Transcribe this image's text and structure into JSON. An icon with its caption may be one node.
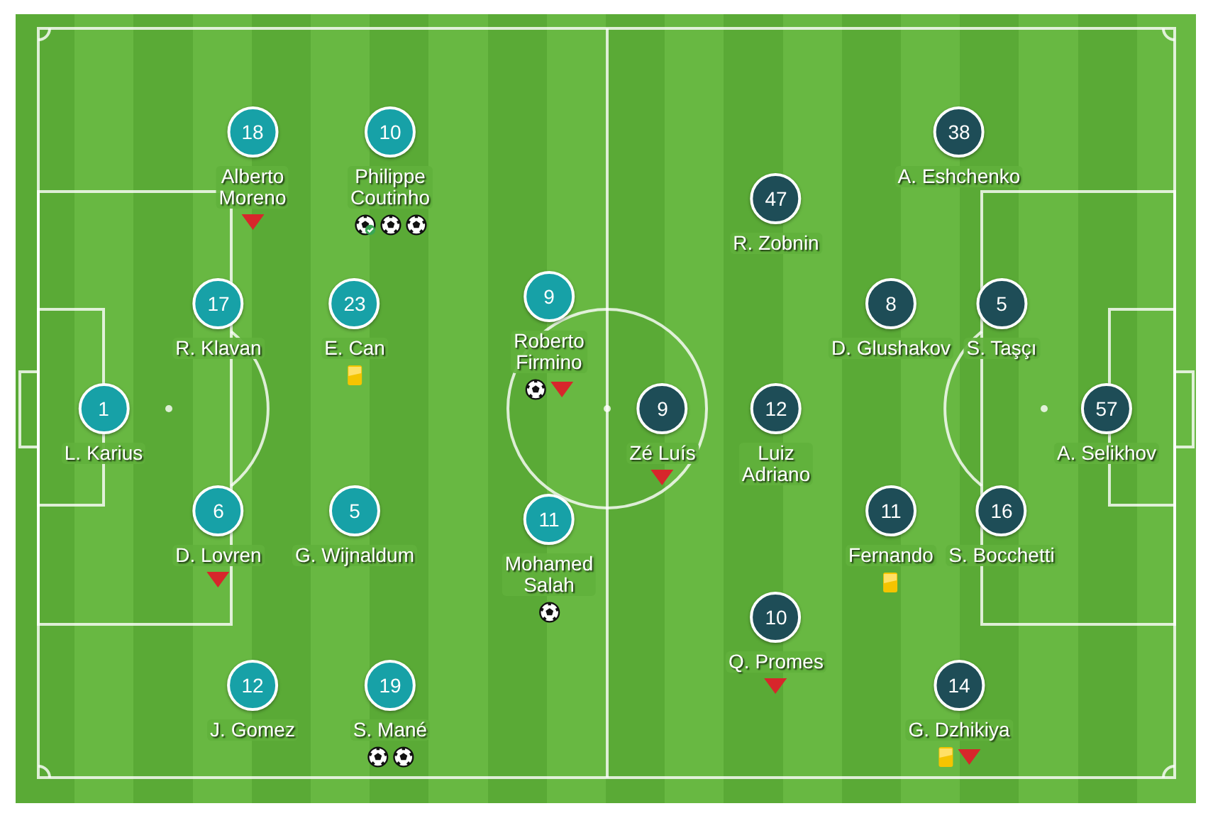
{
  "diagram": {
    "nodes": [
      {
        "text": [
          "1"
        ],
        "beside": [
          "L. Karius"
        ]
      },
      {
        "text": [
          "18"
        ],
        "beside": [
          "Alberto Moreno"
        ]
      },
      {
        "text": [
          "17"
        ],
        "beside": [
          "R. Klavan"
        ]
      },
      {
        "text": [
          "6"
        ],
        "beside": [
          "D. Lovren"
        ]
      },
      {
        "text": [
          "12"
        ],
        "beside": [
          "J. Gomez"
        ]
      },
      {
        "text": [
          "10"
        ],
        "beside": [
          "Philippe Coutinho"
        ]
      },
      {
        "text": [
          "23"
        ],
        "beside": [
          "E. Can"
        ]
      },
      {
        "text": [
          "5"
        ],
        "beside": [
          "G. Wijnaldum"
        ]
      },
      {
        "text": [
          "19"
        ],
        "beside": [
          "S. Mané"
        ]
      },
      {
        "text": [
          "9"
        ],
        "beside": [
          "Roberto Firmino"
        ]
      },
      {
        "text": [
          "11"
        ],
        "beside": [
          "Mohamed Salah"
        ]
      },
      {
        "text": [
          "9"
        ],
        "beside": [
          "Zé Luís"
        ]
      },
      {
        "text": [
          "47"
        ],
        "beside": [
          "R. Zobnin"
        ]
      },
      {
        "text": [
          "12"
        ],
        "beside": [
          "Luiz Adriano"
        ]
      },
      {
        "text": [
          "10"
        ],
        "beside": [
          "Q. Promes"
        ]
      },
      {
        "text": [
          "38"
        ],
        "beside": [
          "A. Eshchenko"
        ]
      },
      {
        "text": [
          "8"
        ],
        "beside": [
          "D. Glushakov"
        ]
      },
      {
        "text": [
          "11"
        ],
        "beside": [
          "Fernando"
        ]
      },
      {
        "text": [
          "14"
        ],
        "beside": [
          "G. Dzhikiya"
        ]
      },
      {
        "text": [
          "5"
        ],
        "beside": [
          "S. Taşçı"
        ]
      },
      {
        "text": [
          "16"
        ],
        "beside": [
          "S. Bocchetti"
        ]
      },
      {
        "text": [
          "57"
        ],
        "beside": [
          "A. Selikhov"
        ]
      }
    ]
  }
}
